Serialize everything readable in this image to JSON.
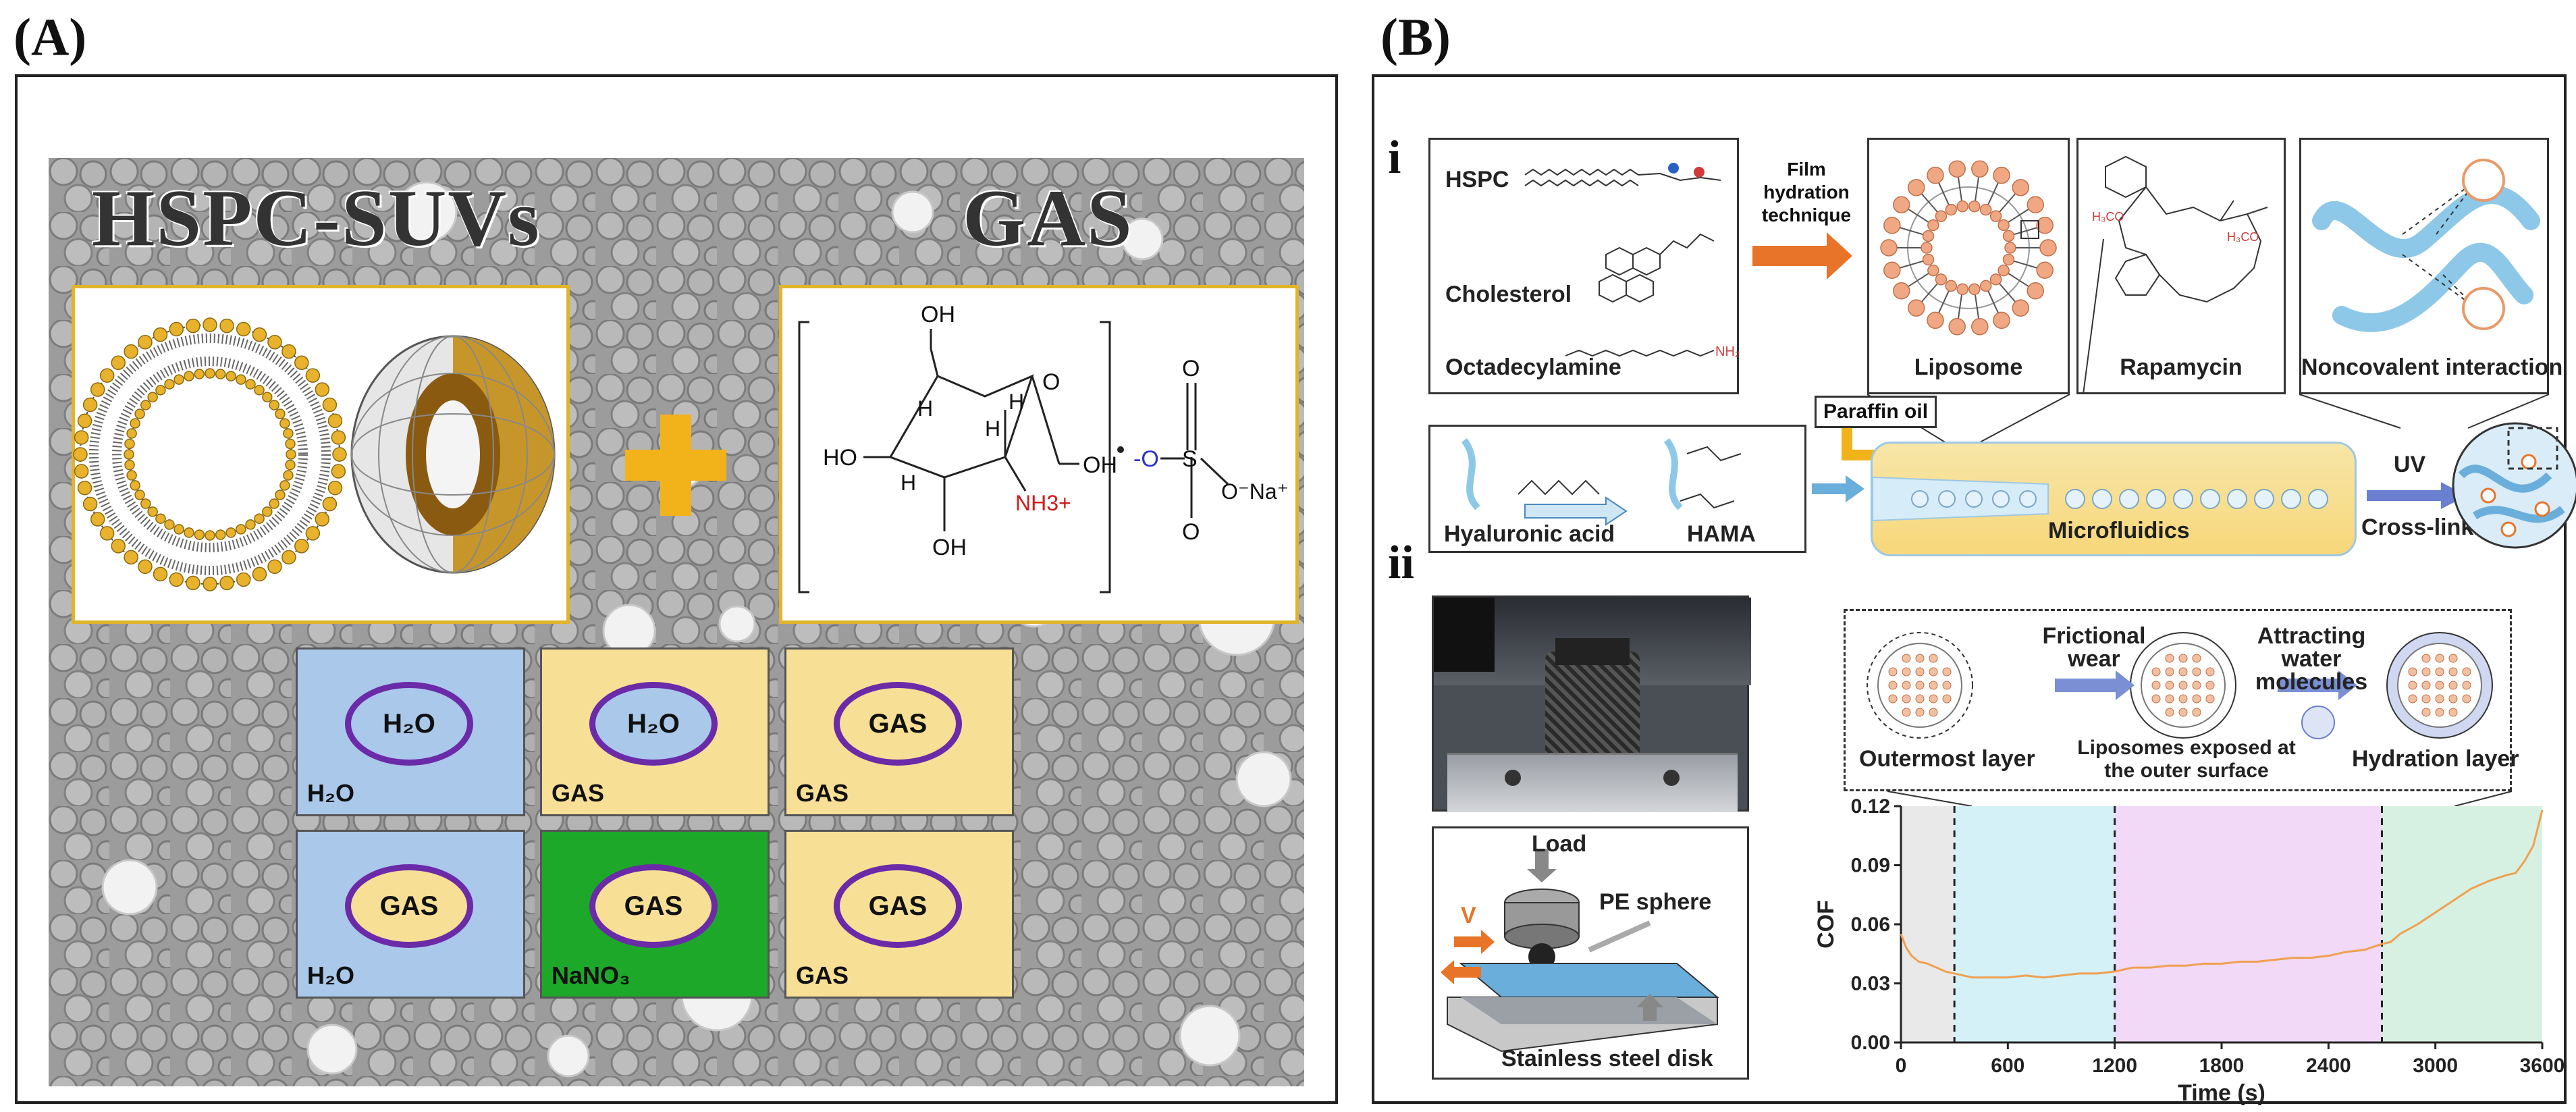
{
  "panelA": {
    "letter": "(A)",
    "title_left": "HSPC-SUVs",
    "title_right": "GAS",
    "molecule": {
      "OH_top": "OH",
      "H_left": "H",
      "H_right": "H",
      "O_ring": "O",
      "HO_left": "HO",
      "H_bottom_left": "H",
      "H_bottom": "H",
      "NH3": "NH3+",
      "OH_right": "OH",
      "OH_bottom": "OH",
      "sulfate_O_minus": "-O",
      "sulfate_S": "S",
      "sulfate_O1": "O",
      "sulfate_O2": "O",
      "sulfate_ONa": "O⁻Na⁺"
    },
    "grid": [
      {
        "inner": "H₂O",
        "outer": "H₂O",
        "bg": "#a9c8ea",
        "oval_bg": "#a9c8ea"
      },
      {
        "inner": "H₂O",
        "outer": "GAS",
        "bg": "#f7df95",
        "oval_bg": "#a9c8ea"
      },
      {
        "inner": "GAS",
        "outer": "GAS",
        "bg": "#f7df95",
        "oval_bg": "#f7df95"
      },
      {
        "inner": "GAS",
        "outer": "H₂O",
        "bg": "#a9c8ea",
        "oval_bg": "#f7df95"
      },
      {
        "inner": "GAS",
        "outer": "NaNO₃",
        "bg": "#1ea82a",
        "oval_bg": "#f7df95"
      },
      {
        "inner": "GAS",
        "outer": "GAS",
        "bg": "#f7df95",
        "oval_bg": "#f7df95"
      }
    ]
  },
  "panelB": {
    "letter": "(B)",
    "section_i": "i",
    "section_ii": "ii",
    "lipids": {
      "hspc": "HSPC",
      "cholesterol": "Cholesterol",
      "octadecylamine": "Octadecylamine"
    },
    "film_hydration": "Film hydration technique",
    "liposome": "Liposome",
    "rapamycin": "Rapamycin",
    "noncovalent": "Noncovalent interaction",
    "paraffin_oil": "Paraffin oil",
    "hyaluronic_acid": "Hyaluronic acid",
    "hama": "HAMA",
    "microfluidics": "Microfluidics",
    "uv": "UV",
    "crosslinking": "Cross-linking",
    "tribo": {
      "load": "Load",
      "v": "V",
      "pe_sphere": "PE sphere",
      "disk": "Stainless steel disk"
    },
    "mechanism": {
      "frictional": "Frictional wear",
      "attracting": "Attracting water molecules",
      "outermost": "Outermost layer",
      "exposed": "Liposomes exposed at the outer surface",
      "hydration": "Hydration layer"
    }
  },
  "chart_data": {
    "type": "line",
    "xlabel": "Time (s)",
    "ylabel": "COF",
    "xlim": [
      0,
      3600
    ],
    "ylim": [
      0.0,
      0.12
    ],
    "xticks": [
      0,
      600,
      1200,
      1800,
      2400,
      3000,
      3600
    ],
    "yticks": [
      0.0,
      0.03,
      0.06,
      0.09,
      0.12
    ],
    "regions": [
      {
        "x0": 0,
        "x1": 300,
        "color": "#e9e9e9"
      },
      {
        "x0": 300,
        "x1": 1200,
        "color": "#d3f1f7"
      },
      {
        "x0": 1200,
        "x1": 2700,
        "color": "#f1d9f7"
      },
      {
        "x0": 2700,
        "x1": 3600,
        "color": "#d6f1e2"
      }
    ],
    "dividers": [
      300,
      1200,
      2700
    ],
    "series": [
      {
        "color": "#f0a050",
        "x": [
          0,
          30,
          60,
          100,
          150,
          200,
          250,
          300,
          350,
          400,
          500,
          600,
          700,
          800,
          900,
          1000,
          1100,
          1200,
          1300,
          1400,
          1500,
          1600,
          1700,
          1800,
          1900,
          2000,
          2100,
          2200,
          2300,
          2400,
          2500,
          2600,
          2700,
          2750,
          2800,
          2900,
          3000,
          3100,
          3200,
          3300,
          3400,
          3450,
          3500,
          3550,
          3600
        ],
        "y": [
          0.055,
          0.048,
          0.044,
          0.041,
          0.04,
          0.038,
          0.036,
          0.035,
          0.034,
          0.033,
          0.033,
          0.033,
          0.034,
          0.033,
          0.034,
          0.035,
          0.035,
          0.036,
          0.038,
          0.038,
          0.039,
          0.039,
          0.04,
          0.04,
          0.041,
          0.041,
          0.042,
          0.043,
          0.043,
          0.044,
          0.046,
          0.047,
          0.05,
          0.051,
          0.055,
          0.06,
          0.066,
          0.072,
          0.078,
          0.082,
          0.085,
          0.086,
          0.092,
          0.1,
          0.118
        ]
      }
    ]
  }
}
